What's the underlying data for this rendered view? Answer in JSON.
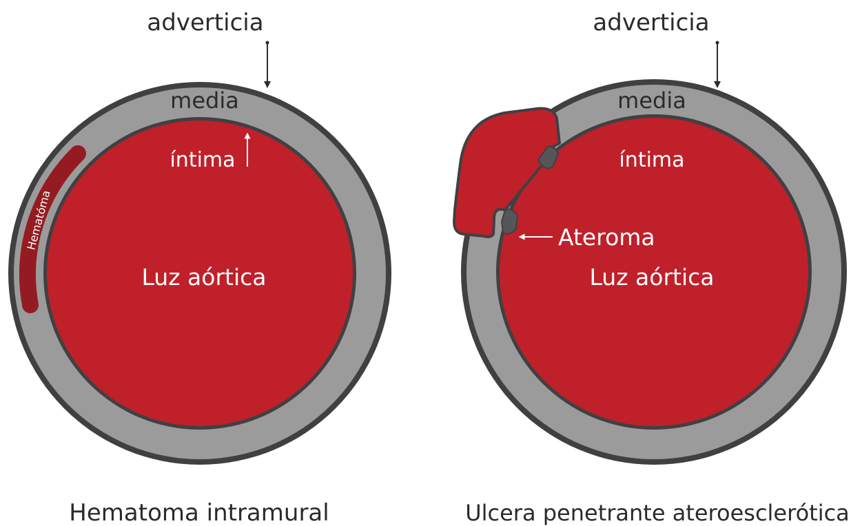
{
  "colors": {
    "lumen": "#c0202a",
    "media": "#9b9b9c",
    "adventitia": "#404042",
    "hematoma": "#951b22",
    "atheroma": "#565658",
    "label_dark": "#2b2b2b",
    "label_light": "#ffffff"
  },
  "left": {
    "adventitia_label": "adverticia",
    "media_label": "media",
    "intima_label": "íntima",
    "lumen_label": "Luz aórtica",
    "hematoma_label": "Hematóma",
    "caption": "Hematoma intramural"
  },
  "right": {
    "adventitia_label": "adverticia",
    "media_label": "media",
    "intima_label": "íntima",
    "atheroma_label": "Ateroma",
    "lumen_label": "Luz aórtica",
    "caption": "Ulcera penetrante ateroesclerótica"
  }
}
